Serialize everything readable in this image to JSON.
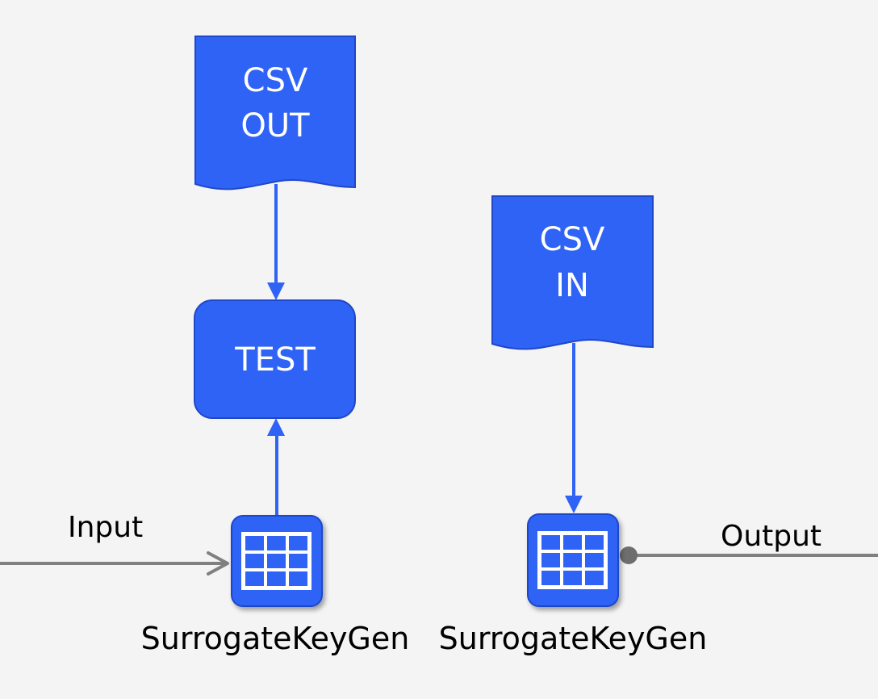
{
  "colors": {
    "background": "#f4f4f4",
    "node_fill": "#2f63f5",
    "node_stroke": "#1f47c9",
    "link": "#2f63f5",
    "external_link": "#808080",
    "icon_grid": "#ffffff"
  },
  "nodes": {
    "csv_out": {
      "line1": "CSV",
      "line2": "OUT"
    },
    "test": {
      "label": "TEST"
    },
    "csv_in": {
      "line1": "CSV",
      "line2": "IN"
    },
    "surrogate_left": {
      "label": "SurrogateKeyGen",
      "icon": "table-grid-icon"
    },
    "surrogate_right": {
      "label": "SurrogateKeyGen",
      "icon": "table-grid-icon"
    }
  },
  "links": {
    "input_label": "Input",
    "output_label": "Output"
  }
}
